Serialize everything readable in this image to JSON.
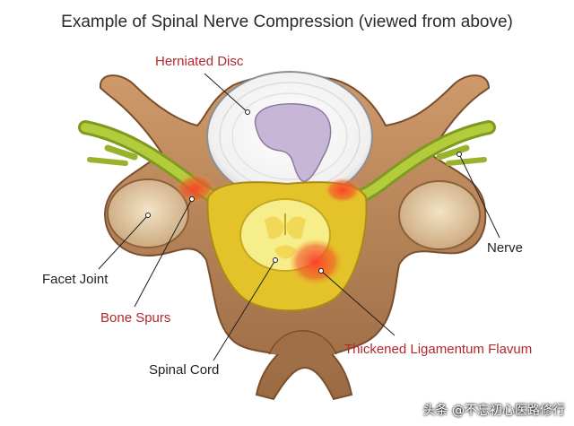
{
  "title": "Example of Spinal Nerve Compression (viewed from above)",
  "labels": {
    "herniated_disc": "Herniated Disc",
    "nerve": "Nerve",
    "facet_joint": "Facet Joint",
    "bone_spurs": "Bone Spurs",
    "spinal_cord": "Spinal Cord",
    "ligamentum": "Thickened Ligamentum Flavum"
  },
  "watermark": "头条 @不忘初心医路修行",
  "colors": {
    "bone": "#b8855a",
    "disc": "#f2f2f2",
    "nucleus": "#c7b6d6",
    "nerve": "#a7bf2f",
    "canal": "#e3c22a",
    "cord": "#f4ea7a",
    "inflammation": "#e1322b",
    "label_red": "#b3282d"
  }
}
